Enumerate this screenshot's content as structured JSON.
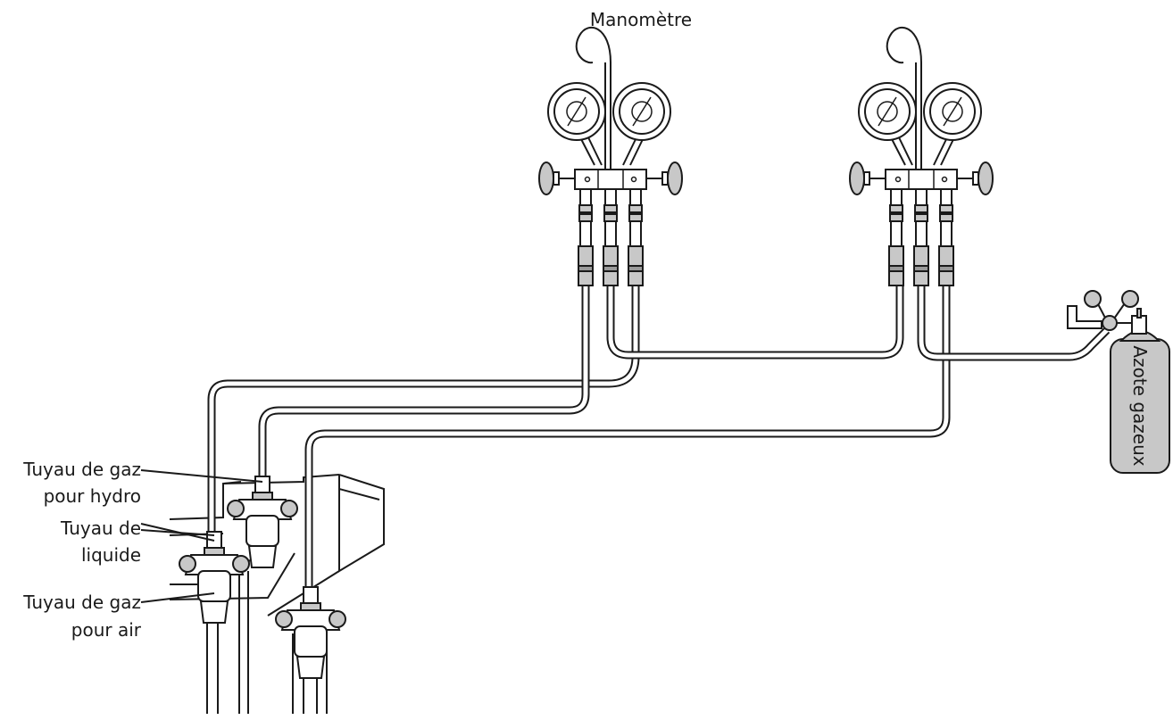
{
  "labels": {
    "manometre": "Manomètre",
    "gaz_hydro_line1": "Tuyau de gaz",
    "gaz_hydro_line2": "pour hydro",
    "liquide_line1": "Tuyau de",
    "liquide_line2": "liquide",
    "gaz_air_line1": "Tuyau de gaz",
    "gaz_air_line2": "pour air",
    "azote": "Azote gazeux"
  },
  "colors": {
    "line": "#1a1a1a",
    "fill_light": "#c8c8c8",
    "fill_dark": "#9a9a9a",
    "background": "#ffffff"
  }
}
